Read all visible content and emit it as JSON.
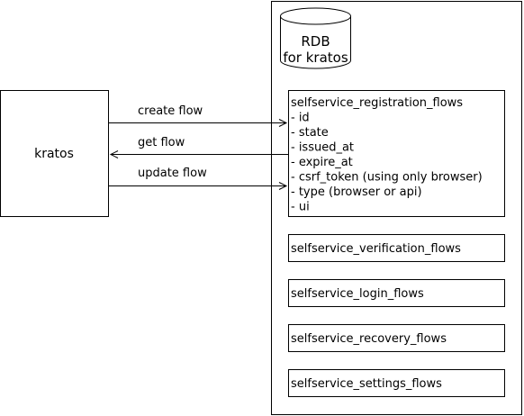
{
  "kratos": {
    "label": "kratos"
  },
  "database": {
    "line1": "RDB",
    "line2": "for kratos"
  },
  "arrows": {
    "create": "create flow",
    "get": "get flow",
    "update": "update flow"
  },
  "registration_table": {
    "name": "selfservice_registration_flows",
    "columns": [
      "- id",
      "- state",
      "- issued_at",
      "- expire_at",
      "- csrf_token (using only browser)",
      "- type (browser or api)",
      "- ui"
    ]
  },
  "tables": [
    "selfservice_verification_flows",
    "selfservice_login_flows",
    "selfservice_recovery_flows",
    "selfservice_settings_flows"
  ],
  "colors": {
    "stroke": "#000000",
    "background": "#ffffff"
  }
}
